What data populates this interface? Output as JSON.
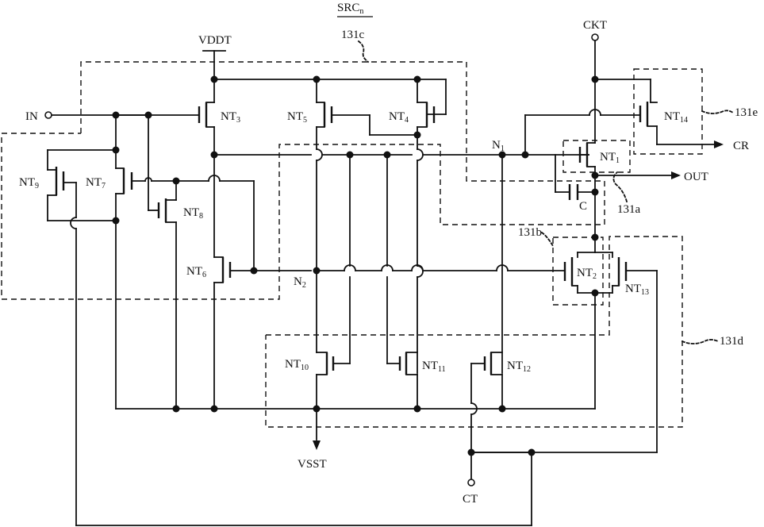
{
  "labels": {
    "circuit_title": "SRCn",
    "title_base": "SRC",
    "title_sub": "n",
    "vddt": "VDDT",
    "ckt": "CKT",
    "in": "IN",
    "cr": "CR",
    "out": "OUT",
    "vsst": "VSST",
    "ct": "CT",
    "cap_c": "C",
    "node_n1": {
      "base": "N",
      "sub": "1"
    },
    "node_n2": {
      "base": "N",
      "sub": "2"
    }
  },
  "transistors": [
    {
      "id": "NT1",
      "base": "NT",
      "sub": "1"
    },
    {
      "id": "NT2",
      "base": "NT",
      "sub": "2"
    },
    {
      "id": "NT3",
      "base": "NT",
      "sub": "3"
    },
    {
      "id": "NT4",
      "base": "NT",
      "sub": "4"
    },
    {
      "id": "NT5",
      "base": "NT",
      "sub": "5"
    },
    {
      "id": "NT6",
      "base": "NT",
      "sub": "6"
    },
    {
      "id": "NT7",
      "base": "NT",
      "sub": "7"
    },
    {
      "id": "NT8",
      "base": "NT",
      "sub": "8"
    },
    {
      "id": "NT9",
      "base": "NT",
      "sub": "9"
    },
    {
      "id": "NT10",
      "base": "NT",
      "sub": "10"
    },
    {
      "id": "NT11",
      "base": "NT",
      "sub": "11"
    },
    {
      "id": "NT12",
      "base": "NT",
      "sub": "12"
    },
    {
      "id": "NT13",
      "base": "NT",
      "sub": "13"
    },
    {
      "id": "NT14",
      "base": "NT",
      "sub": "14"
    }
  ],
  "blocks": {
    "b131a": "131a",
    "b131b": "131b",
    "b131c": "131c",
    "b131d": "131d",
    "b131e": "131e"
  },
  "colors": {
    "ink": "#111111",
    "paper": "#ffffff"
  }
}
